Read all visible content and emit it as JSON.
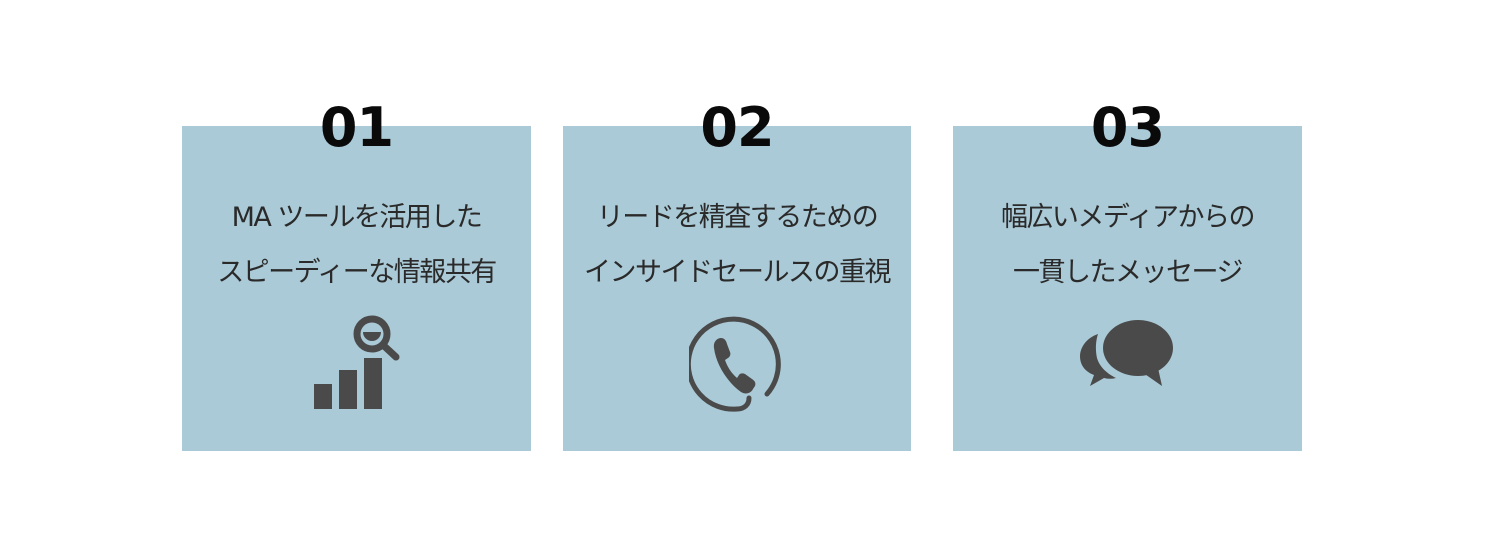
{
  "colors": {
    "card_background": "#abcad7",
    "icon_color": "#4a4a4a",
    "number_color": "#0a0a0a",
    "text_color": "#2a2a2a",
    "page_background": "#ffffff"
  },
  "cards": [
    {
      "number": "01",
      "lines": [
        "MA ツールを活用した",
        "スピーディーな情報共有"
      ],
      "icon": "bar-chart-magnifier-icon"
    },
    {
      "number": "02",
      "lines": [
        "リードを精査するための",
        "インサイドセールスの重視"
      ],
      "icon": "phone-circle-icon"
    },
    {
      "number": "03",
      "lines": [
        "幅広いメディアからの",
        "一貫したメッセージ"
      ],
      "icon": "speech-bubbles-icon"
    }
  ]
}
